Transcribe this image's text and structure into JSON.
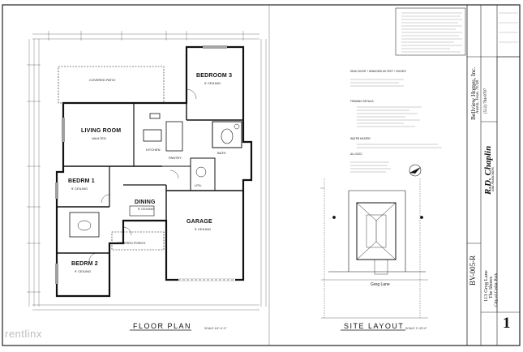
{
  "rooms": {
    "covered_patio": "COVERED PATIO",
    "bedroom3": "BEDROOM 3",
    "living_room": "LIVING ROOM",
    "bedrm1": "BEDRM 1",
    "dining": "DINING",
    "garage": "GARAGE",
    "covered_porch": "COVERED PORCH",
    "bedrm2": "BEDRM 2",
    "kitchen": "KITCHEN",
    "master_bath": "BATH",
    "utility": "UTIL",
    "pantry": "PANTRY"
  },
  "room_notes": {
    "ceiling": "9' CEILING",
    "vaulted": "VAULTED",
    "garage_ceiling": "9' CEILING"
  },
  "site": {
    "street": "Greg Lane",
    "label": "SITE LAYOUT",
    "scale": "SCALE 1\"=20'-0\""
  },
  "plan": {
    "label": "FLOOR PLAN",
    "scale": "SCALE 1/4\"=1'-0\""
  },
  "notes": {
    "head_height": "HEAD DOOR + WINDOWS AS FEET + INCHES",
    "framing_title": "FRAMING DETAILS",
    "water_heater": "WATER HEATER",
    "all_elec": "ALL ELEC"
  },
  "title_block": {
    "company": "Bellview Homes, Inc.",
    "city": "Austin, Texas 78748",
    "phone": "(512) 784-8787",
    "designer": "R.D. Chaplin",
    "designer_sub": "and Associates",
    "plan_number": "BV-005-R",
    "address1": "113 Greg Lane",
    "address2": "The Shores",
    "address3": "City of Cedar Park",
    "sheet": "1"
  },
  "watermark": "rentlinx"
}
